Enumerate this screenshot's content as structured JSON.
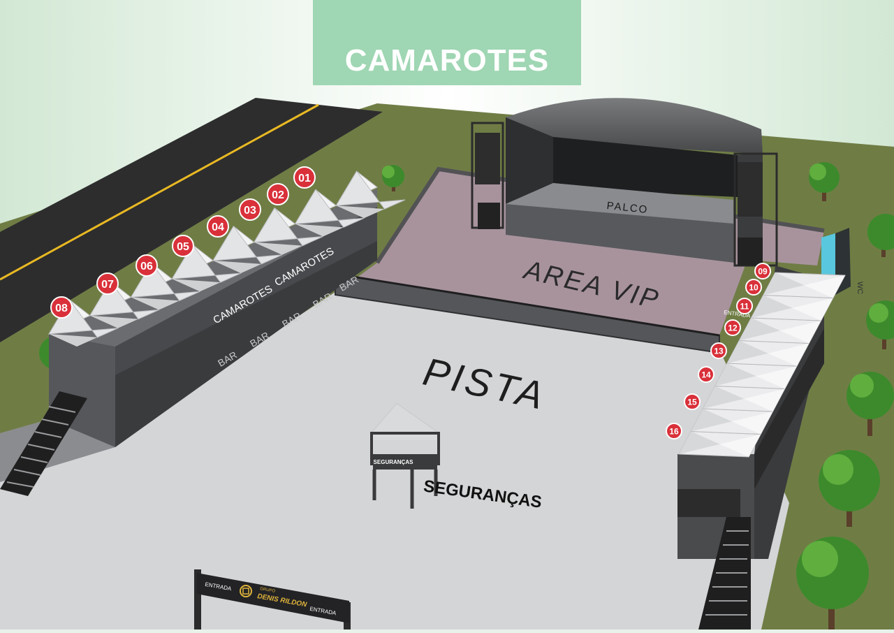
{
  "title": "CAMAROTES",
  "areas": {
    "stage": "PALCO",
    "vip": "AREA VIP",
    "floor": "PISTA",
    "security": "SEGURANÇAS",
    "security_booth_sign": "SEGURANÇAS",
    "wc": "WC",
    "vip_entrance": "ENTRADA"
  },
  "left_structure": {
    "upper_labels": [
      "CAMAROTES",
      "CAMAROTES"
    ],
    "lower_labels": [
      "BAR",
      "BAR",
      "BAR",
      "BAR",
      "BAR"
    ]
  },
  "boxes_left": [
    "01",
    "02",
    "03",
    "04",
    "05",
    "06",
    "07",
    "08"
  ],
  "boxes_right": [
    "09",
    "10",
    "11",
    "12",
    "13",
    "14",
    "15",
    "16"
  ],
  "entrance_arch": {
    "left_label": "ENTRADA",
    "right_label": "ENTRADA",
    "brand_small": "GRUPO",
    "brand_name": "DENIS RILDON"
  },
  "colors": {
    "marker": "#d9303a",
    "title_bg": "#9fd6b3",
    "vip_floor": "#a8939d",
    "pista_floor": "#d4d5d7",
    "grass": "#6f7d45",
    "road": "#2d2d2e",
    "road_line": "#e9b923"
  }
}
